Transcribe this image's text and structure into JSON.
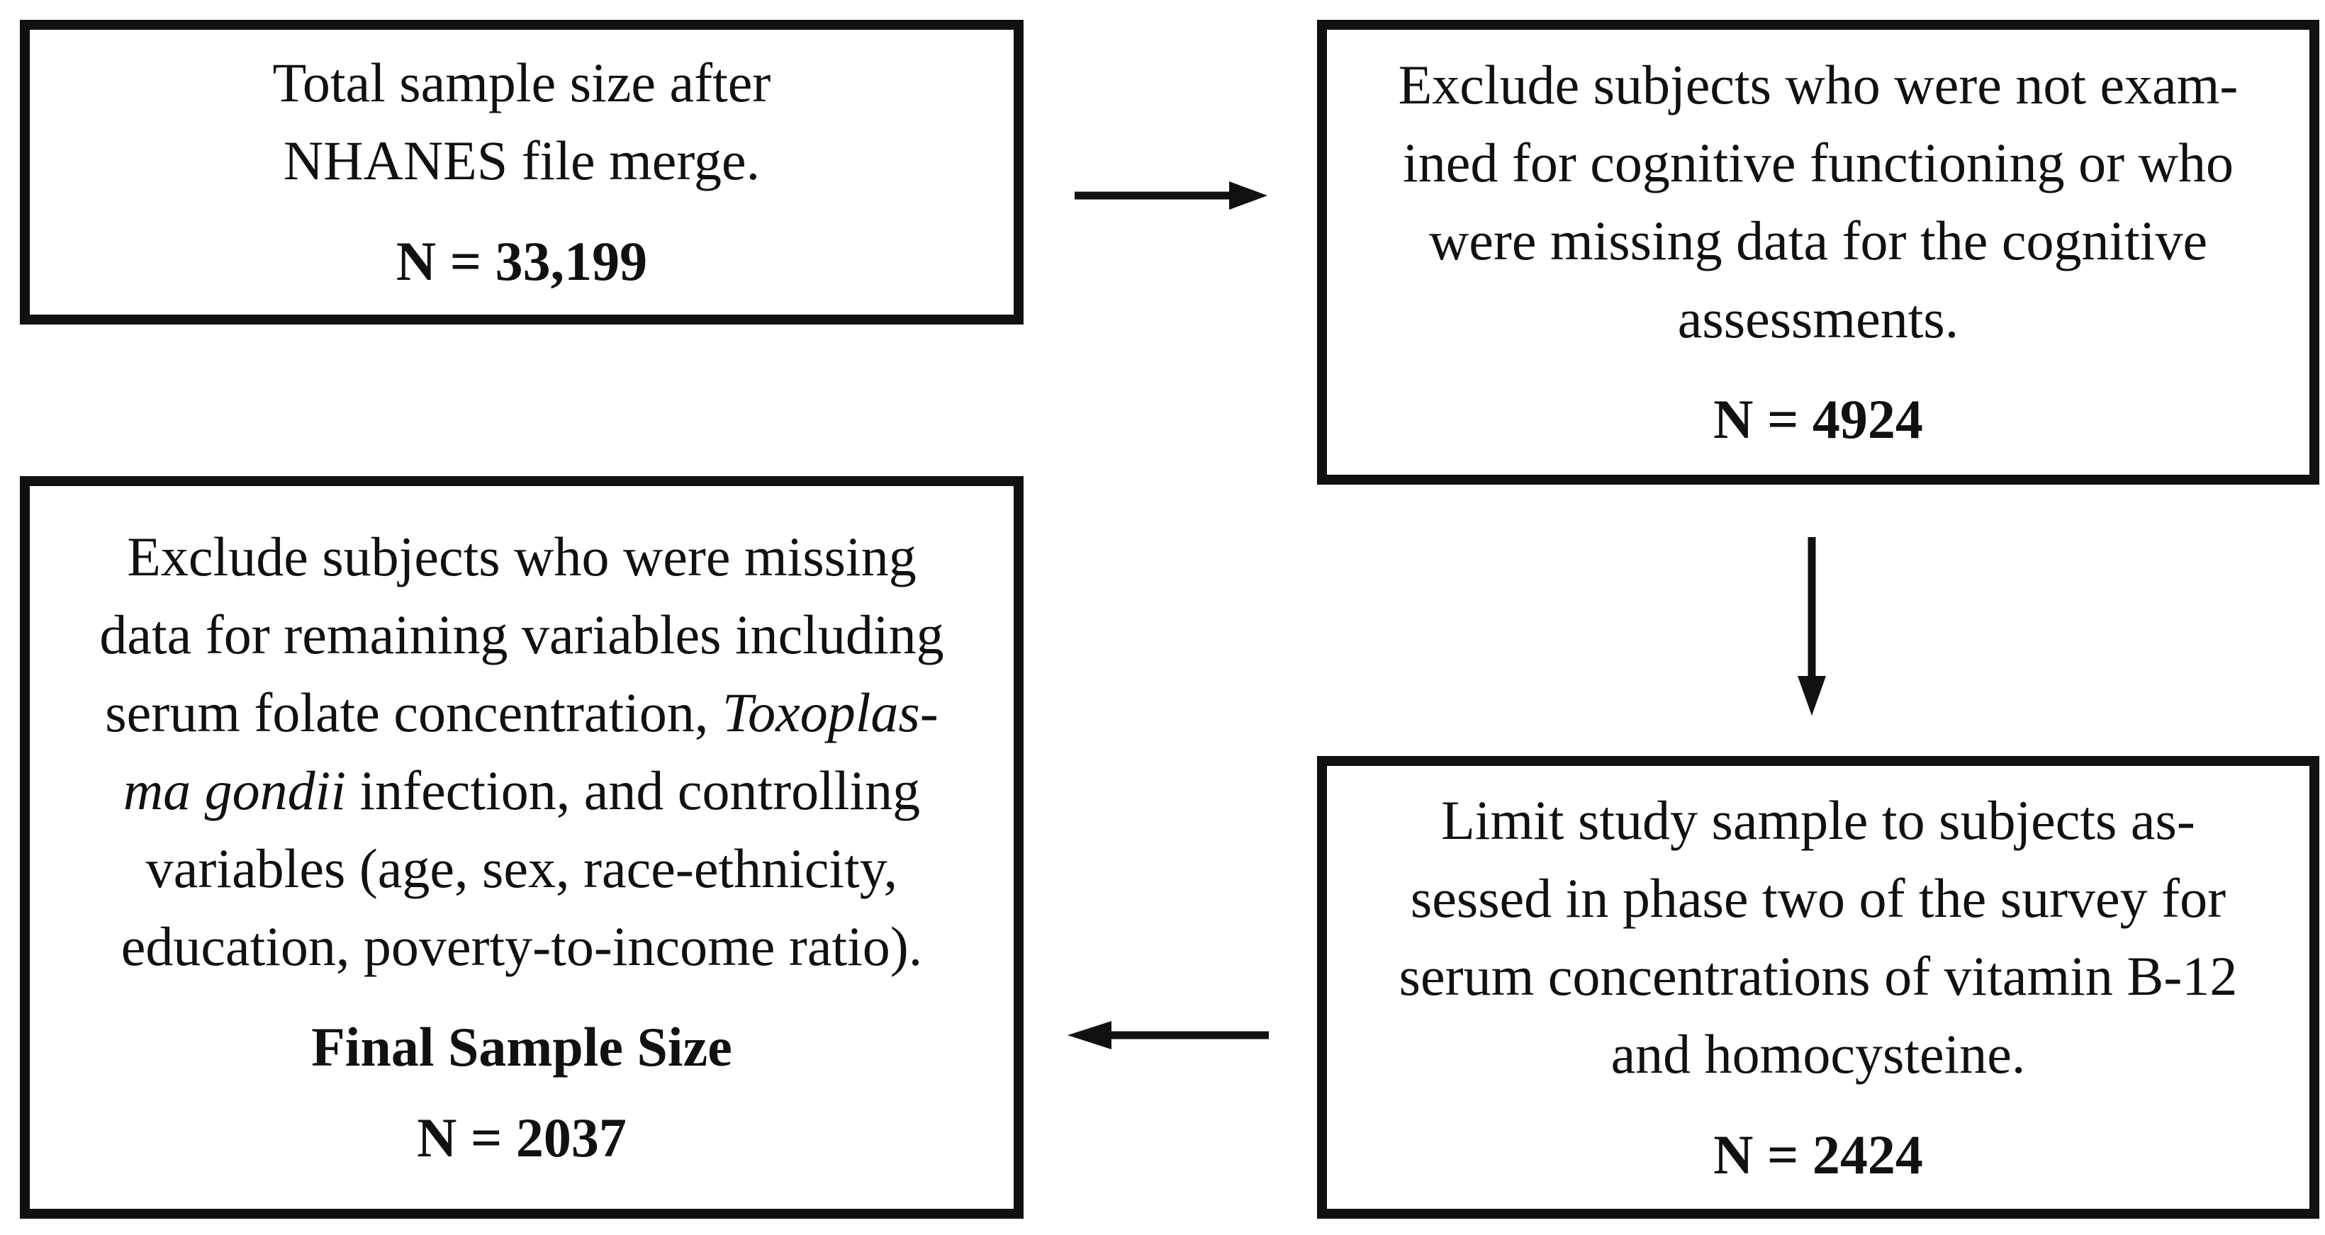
{
  "flowchart": {
    "total": {
      "lines": [
        "Total sample size after",
        "NHANES file merge."
      ],
      "n": "N = 33,199"
    },
    "exclude_cognitive": {
      "lines": [
        "Exclude subjects who were not exam-",
        "ined for cognitive functioning or who",
        "were missing data for the cognitive",
        "assessments."
      ],
      "n": "N = 4924"
    },
    "limit_sample": {
      "lines": [
        "Limit study sample to subjects as-",
        "sessed in phase two of the survey for",
        "serum concentrations of vitamin B-12",
        "and homocysteine."
      ],
      "n": "N = 2424"
    },
    "final": {
      "line1": "Exclude subjects who were missing",
      "line2": "data for remaining variables including",
      "line3_prefix": "serum folate concentration, ",
      "line3_italic": "Toxoplas-",
      "line4_italic": "ma gondii",
      "line4_suffix": " infection, and controlling",
      "line5": "variables (age, sex, race-ethnicity,",
      "line6": "education, poverty-to-income ratio).",
      "heading": "Final Sample Size",
      "n": "N = 2037"
    }
  }
}
